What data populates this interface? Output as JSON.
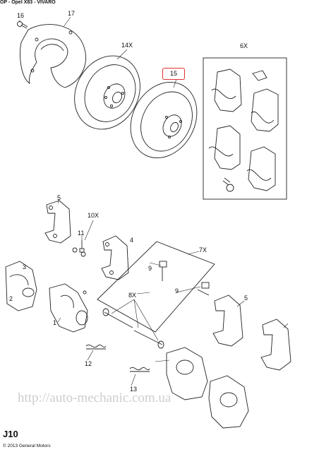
{
  "header": {
    "text": "OP - Opel X83 - VIVARO"
  },
  "callouts": {
    "c16": "16",
    "c17": "17",
    "c14x": "14X",
    "c15": "15",
    "c6x": "6X",
    "c5a": "5",
    "c10x": "10X",
    "c11": "11",
    "c4": "4",
    "c3": "3",
    "c2": "2",
    "c1": "1",
    "c7x": "7X",
    "c9a": "9",
    "c8x": "8X",
    "c9b": "9",
    "c12": "12",
    "c13": "13",
    "c5b": "5"
  },
  "highlight_color": "#e03030",
  "watermark": "http://auto-mechanic.com.ua",
  "footer": {
    "page_code": "J10",
    "copyright": "© 2013 General Motors"
  }
}
